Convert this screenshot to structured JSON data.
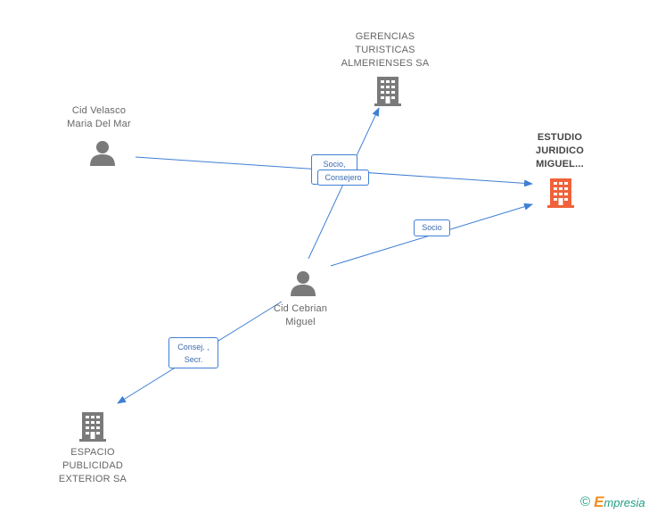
{
  "nodes": {
    "gerencias": {
      "label": "GERENCIAS\nTURISTICAS\nALMERIENSES SA",
      "icon": "building-icon",
      "color": "#7a7a7a"
    },
    "estudio": {
      "label": "ESTUDIO\nJURIDICO\nMIGUEL...",
      "icon": "building-icon",
      "color": "#f0623a"
    },
    "espacio": {
      "label": "ESPACIO\nPUBLICIDAD\nEXTERIOR SA",
      "icon": "building-icon",
      "color": "#7a7a7a"
    },
    "velasco": {
      "label": "Cid Velasco\nMaria Del Mar",
      "icon": "person-icon",
      "color": "#7a7a7a"
    },
    "cebrian": {
      "label": "Cid Cebrian\nMiguel",
      "icon": "person-icon",
      "color": "#7a7a7a"
    }
  },
  "edges": {
    "velasco_estudio": {
      "label": "Socio,\n"
    },
    "cebrian_gerencias": {
      "label": "Consejero"
    },
    "cebrian_estudio": {
      "label": "Socio"
    },
    "cebrian_espacio": {
      "label": "Consej. ,\nSecr."
    }
  },
  "colors": {
    "edge": "#3f7fd4",
    "edge_label_text": "#3a6bb0"
  },
  "footer": {
    "copyright": "©",
    "brand_initial": "E",
    "brand_rest": "mpresia"
  }
}
